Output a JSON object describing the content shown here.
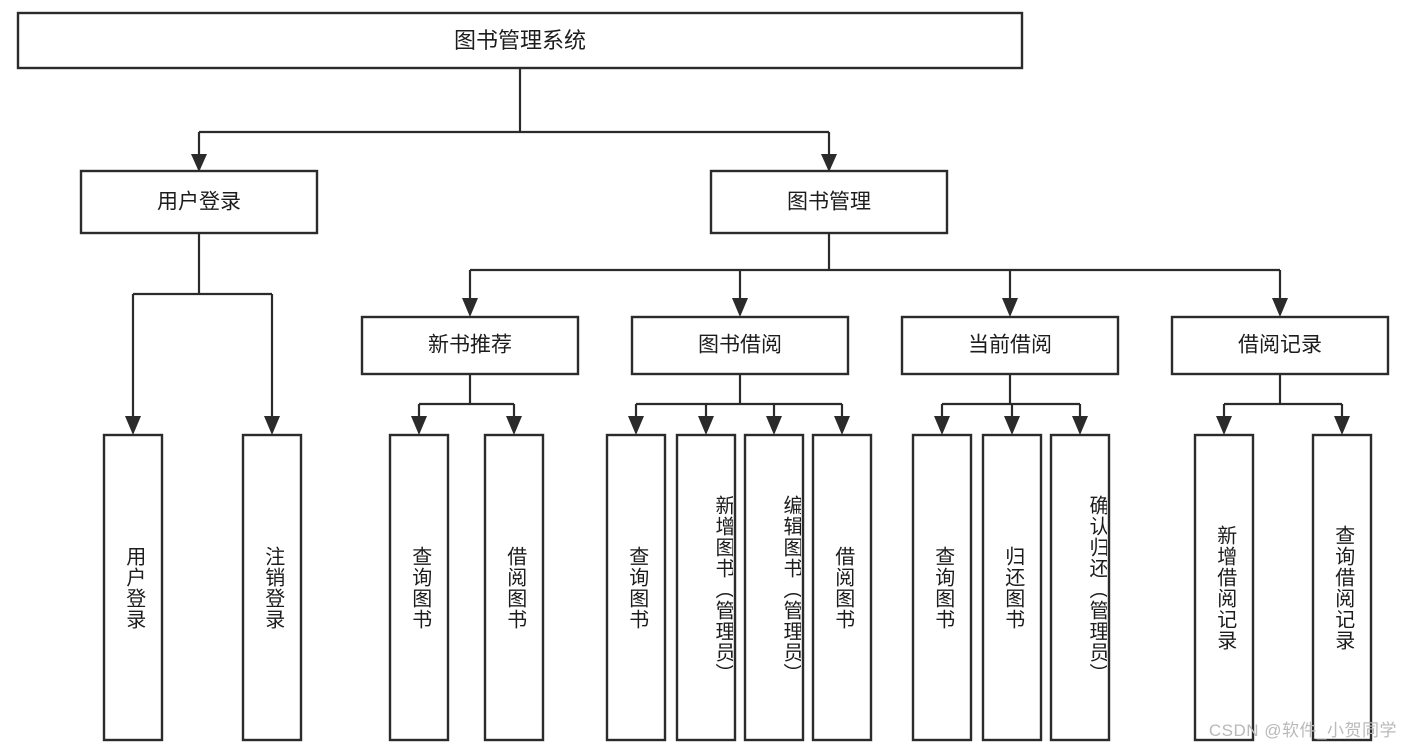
{
  "diagram": {
    "type": "tree",
    "title": "图书管理系统",
    "watermark": "CSDN @软件_小贺同学",
    "colors": {
      "box_stroke": "#2b2b2b",
      "box_fill": "#ffffff",
      "text": "#1c1c1c",
      "connector": "#2b2b2b",
      "background": "#ffffff",
      "watermark": "#b9b9b9"
    },
    "root": {
      "label": "图书管理系统"
    },
    "level2": [
      {
        "label": "用户登录"
      },
      {
        "label": "图书管理"
      }
    ],
    "level3": [
      {
        "label": "新书推荐"
      },
      {
        "label": "图书借阅"
      },
      {
        "label": "当前借阅"
      },
      {
        "label": "借阅记录"
      }
    ],
    "leaves": {
      "user_login": [
        {
          "label": "用户登录"
        },
        {
          "label": "注销登录"
        }
      ],
      "new_book_recommend": [
        {
          "label": "查询图书"
        },
        {
          "label": "借阅图书"
        }
      ],
      "book_borrow": [
        {
          "label": "查询图书"
        },
        {
          "label": "新增图书（管理员）"
        },
        {
          "label": "编辑图书（管理员）"
        },
        {
          "label": "借阅图书"
        }
      ],
      "current_borrow": [
        {
          "label": "查询图书"
        },
        {
          "label": "归还图书"
        },
        {
          "label": "确认归还（管理员）"
        }
      ],
      "borrow_record": [
        {
          "label": "新增借阅记录"
        },
        {
          "label": "查询借阅记录"
        }
      ]
    }
  }
}
